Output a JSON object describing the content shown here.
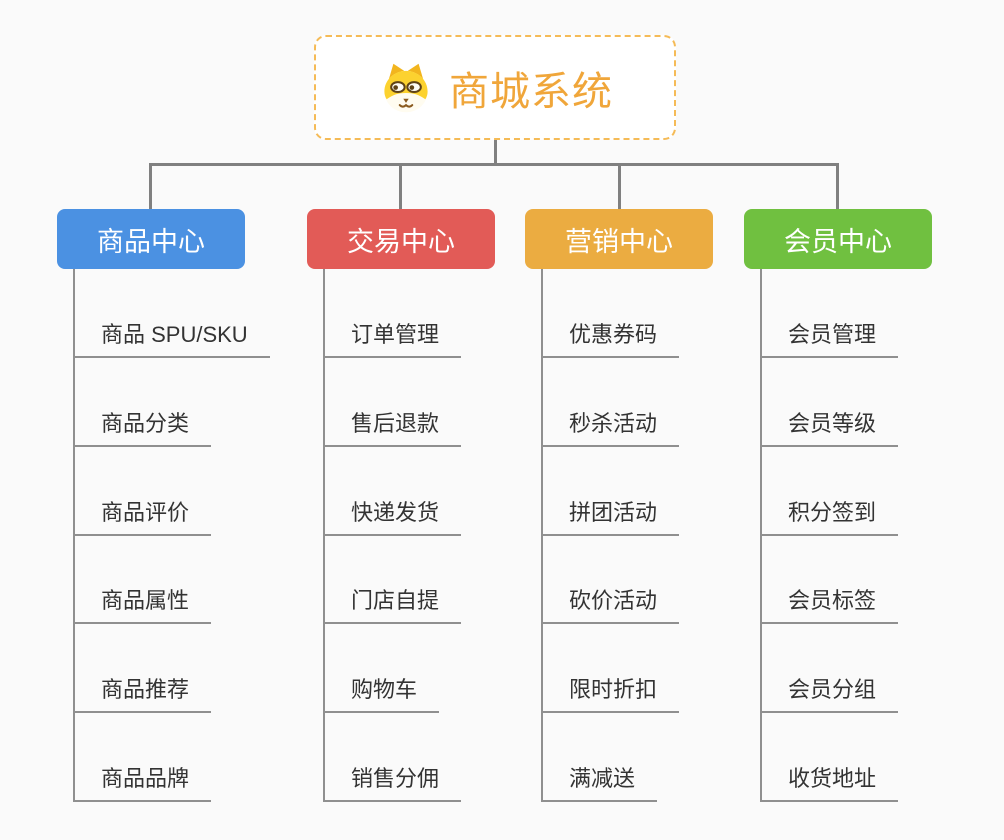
{
  "root": {
    "title": "商城系统",
    "icon": "dog-face-icon"
  },
  "branches": [
    {
      "label": "商品中心",
      "color": "#4b91e2",
      "items": [
        "商品 SPU/SKU",
        "商品分类",
        "商品评价",
        "商品属性",
        "商品推荐",
        "商品品牌"
      ]
    },
    {
      "label": "交易中心",
      "color": "#e25b57",
      "items": [
        "订单管理",
        "售后退款",
        "快递发货",
        "门店自提",
        "购物车",
        "销售分佣"
      ]
    },
    {
      "label": "营销中心",
      "color": "#ebac41",
      "items": [
        "优惠券码",
        "秒杀活动",
        "拼团活动",
        "砍价活动",
        "限时折扣",
        "满减送"
      ]
    },
    {
      "label": "会员中心",
      "color": "#70c040",
      "items": [
        "会员管理",
        "会员等级",
        "积分签到",
        "会员标签",
        "会员分组",
        "收货地址"
      ]
    }
  ],
  "colors": {
    "background": "#fafafa",
    "root_border": "#f5bb57",
    "root_text": "#f0a63a",
    "connector": "#808080",
    "underline": "#8f8f8f",
    "item_text": "#333333",
    "branch_text": "#ffffff"
  }
}
